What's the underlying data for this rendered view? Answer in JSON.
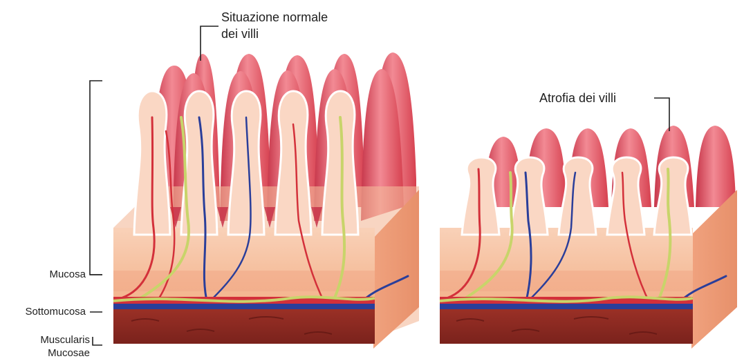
{
  "callouts": {
    "normal": [
      "Situazione normale",
      "dei villi"
    ],
    "atrophy": "Atrofia dei villi"
  },
  "layers": {
    "mucosa": "Mucosa",
    "submucosa": "Sottomucosa",
    "muscularis": [
      "Muscularis",
      "Mucosae"
    ]
  },
  "colors": {
    "villus_red": "#dd4d5c",
    "villus_light": "#f28a94",
    "villus_core": "#f9d3c0",
    "tissue": "#f6c3a4",
    "muscle": "#8a2a22",
    "artery": "#d3303a",
    "vein": "#2a3e9a",
    "lymph": "#c8d46a"
  }
}
